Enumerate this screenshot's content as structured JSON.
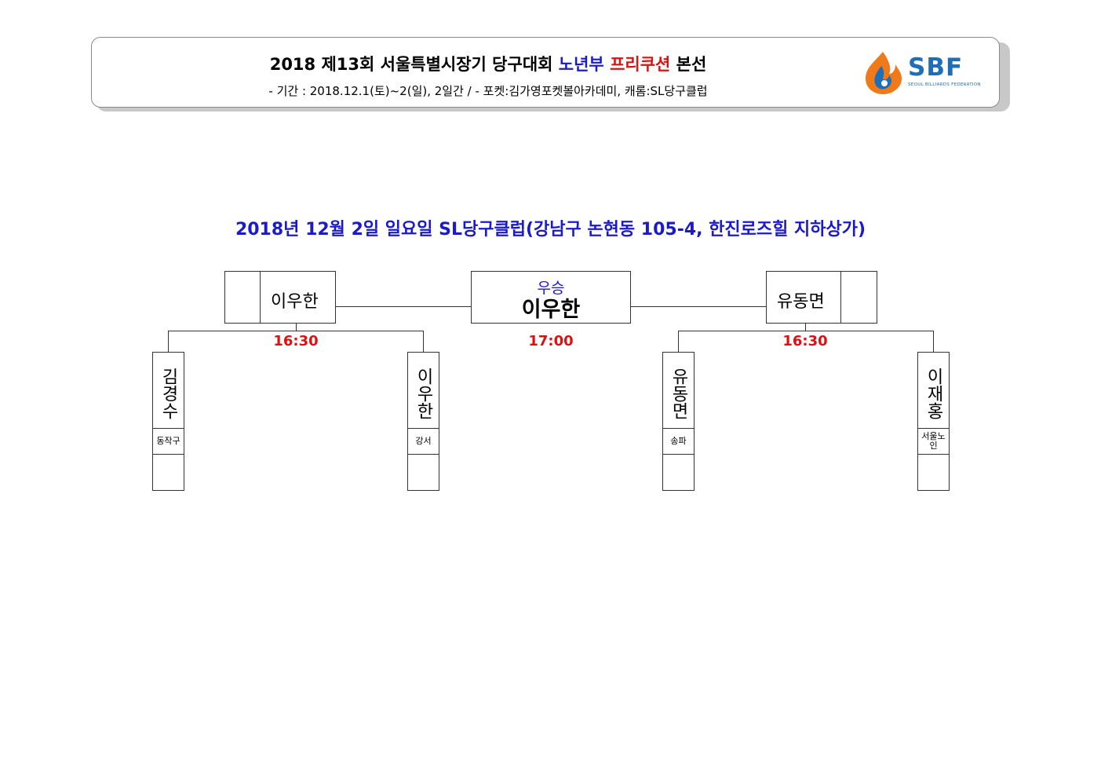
{
  "header": {
    "title_prefix": "2018 제13회 서울특별시장기 당구대회 ",
    "title_division": "노년부",
    "title_event": "프리쿠션",
    "title_suffix": " 본선",
    "subtitle": "- 기간 : 2018.12.1(토)~2(일), 2일간 / - 포켓:김가영포켓볼아카데미, 캐롬:SL당구클럽",
    "logo_text": "SBF",
    "logo_subtext": "SEOUL BILLIARDS FEDERATION"
  },
  "venue": "2018년 12월 2일 일요일 SL당구클럽(강남구 논현동 105-4, 한진로즈힐 지하상가)",
  "final": {
    "champion_label": "우승",
    "champion_name": "이우한",
    "time": "17:00"
  },
  "semifinals": [
    {
      "winner": "이우한",
      "time": "16:30"
    },
    {
      "winner": "유동면",
      "time": "16:30"
    }
  ],
  "players": [
    {
      "name": "김경수",
      "club": "동작구"
    },
    {
      "name": "이우한",
      "club": "강서"
    },
    {
      "name": "유동면",
      "club": "송파"
    },
    {
      "name": "이재홍",
      "club": "서울노인"
    }
  ],
  "colors": {
    "blue": "#1a1acc",
    "red": "#dd1111",
    "logo_blue": "#1e6fb8",
    "logo_orange": "#f07a1a"
  }
}
